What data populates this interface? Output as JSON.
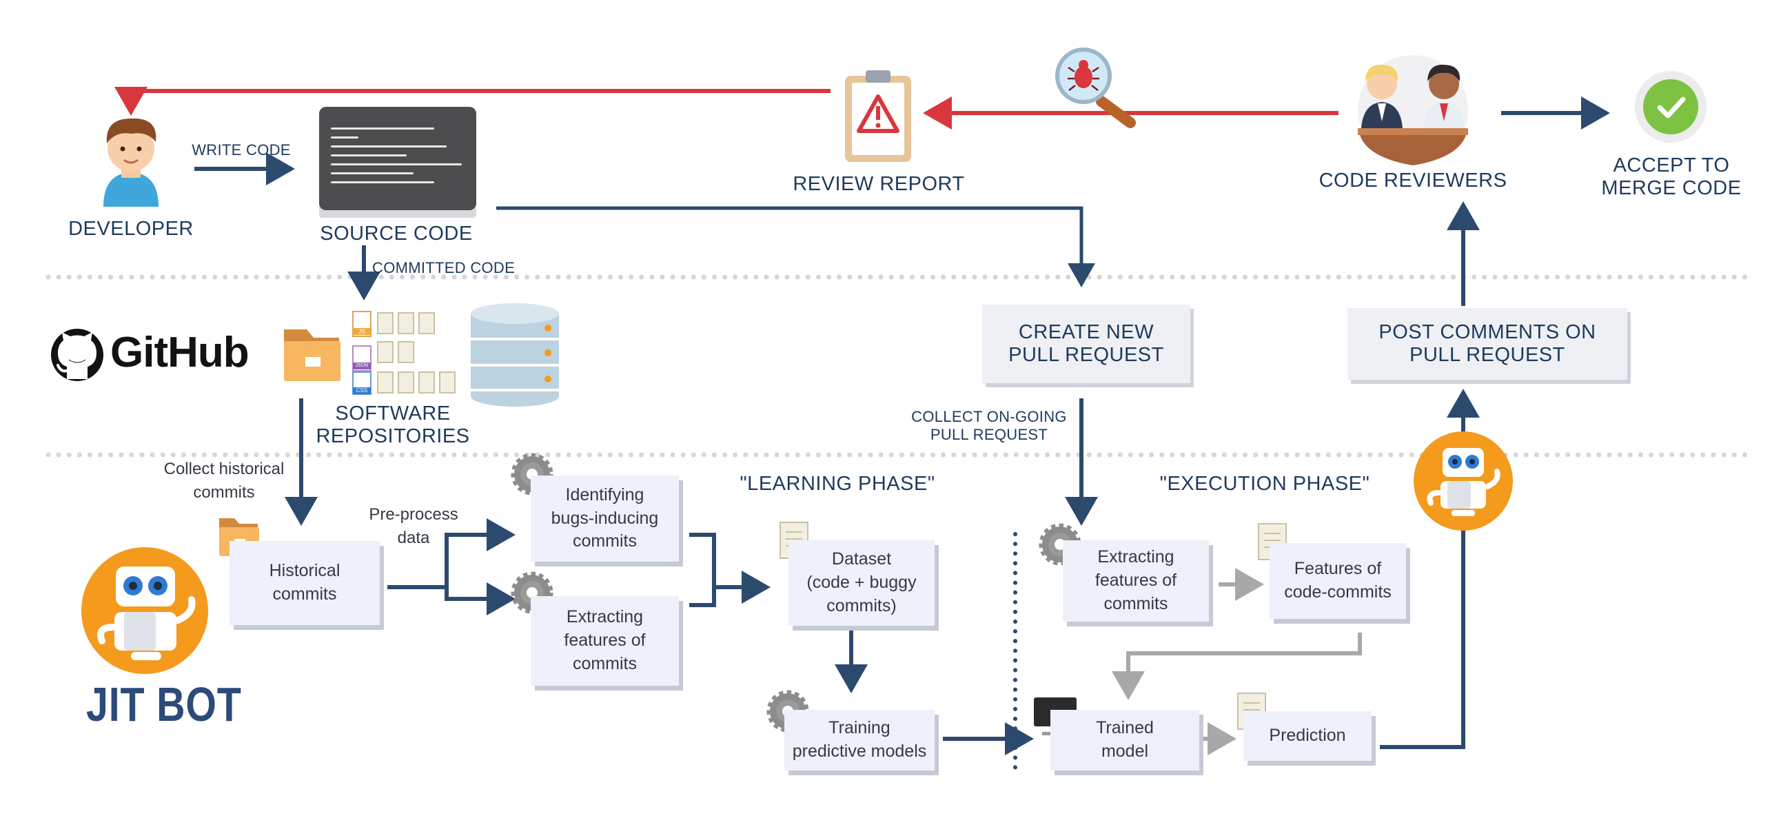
{
  "top": {
    "developer": "DEVELOPER",
    "write_code": "WRITE CODE",
    "source_code": "SOURCE CODE",
    "review_report": "REVIEW REPORT",
    "code_reviewers": "CODE REVIEWERS",
    "accept_line1": "ACCEPT TO",
    "accept_line2": "MERGE CODE",
    "committed_code": "COMMITTED CODE"
  },
  "middle": {
    "github": "GitHub",
    "repos_line1": "SOFTWARE",
    "repos_line2": "REPOSITORIES",
    "file_tags": [
      "JS",
      "JSON",
      "CSS"
    ],
    "create_pr_line1": "CREATE NEW",
    "create_pr_line2": "PULL REQUEST",
    "post_comments_line1": "POST COMMENTS ON",
    "post_comments_line2": "PULL REQUEST",
    "collect_ongoing_line1": "COLLECT ON-GOING",
    "collect_ongoing_line2": "PULL REQUEST"
  },
  "bottom": {
    "jit_bot": "JIT BOT",
    "collect_historical_line1": "Collect historical",
    "collect_historical_line2": "commits",
    "historical_line1": "Historical",
    "historical_line2": "commits",
    "preprocess_line1": "Pre-process",
    "preprocess_line2": "data",
    "identifying_line1": "Identifying",
    "identifying_line2": "bugs-inducing",
    "identifying_line3": "commits",
    "extracting_line1": "Extracting",
    "extracting_line2": "features of",
    "extracting_line3": "commits",
    "learning_phase": "\"LEARNING PHASE\"",
    "dataset_line1": "Dataset",
    "dataset_line2": "(code + buggy",
    "dataset_line3": "commits)",
    "training_line1": "Training",
    "training_line2": "predictive models",
    "execution_phase": "\"EXECUTION PHASE\"",
    "exec_extract_line1": "Extracting",
    "exec_extract_line2": "features of",
    "exec_extract_line3": "commits",
    "features_line1": "Features of",
    "features_line2": "code-commits",
    "trained_line1": "Trained",
    "trained_line2": "model",
    "prediction": "Prediction"
  },
  "colors": {
    "navy": "#2c4a6e",
    "red": "#d9363e",
    "gray_arrow": "#a8a8a8",
    "orange": "#f49a1c",
    "card": "#eef0fa"
  }
}
